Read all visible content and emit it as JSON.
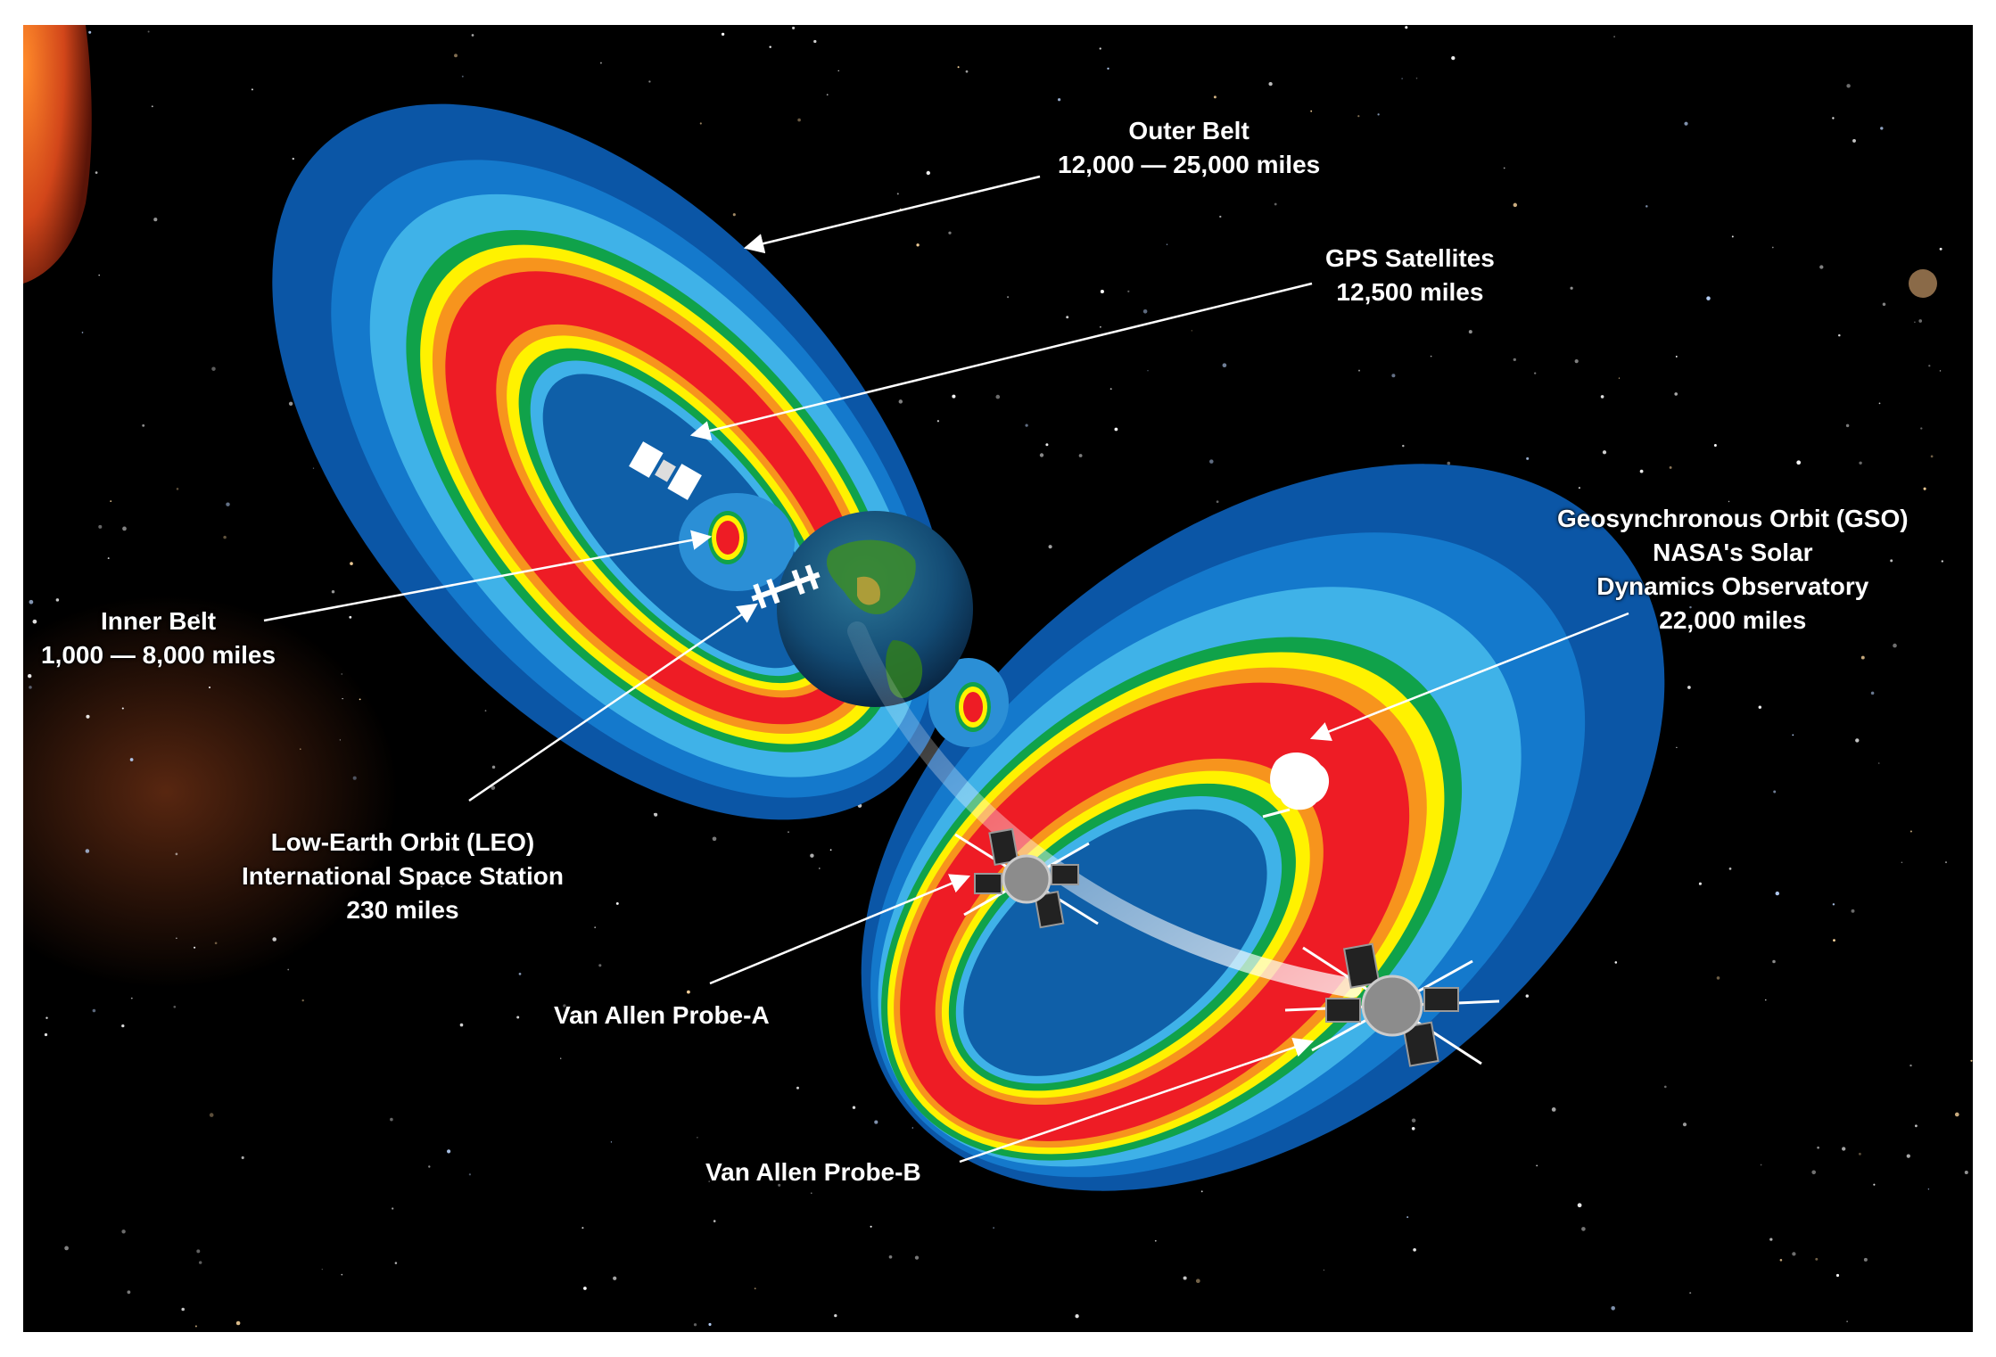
{
  "labels": {
    "outer_belt": {
      "title": "Outer Belt",
      "range": "12,000 — 25,000 miles"
    },
    "gps": {
      "title": "GPS Satellites",
      "range": "12,500 miles"
    },
    "gso": {
      "line1": "Geosynchronous Orbit (GSO)",
      "line2": "NASA's Solar",
      "line3": "Dynamics Observatory",
      "range": "22,000 miles"
    },
    "inner_belt": {
      "title": "Inner Belt",
      "range": "1,000 — 8,000 miles"
    },
    "leo": {
      "line1": "Low-Earth Orbit (LEO)",
      "line2": "International Space Station",
      "range": "230 miles"
    },
    "probe_a": {
      "title": "Van Allen Probe-A"
    },
    "probe_b": {
      "title": "Van Allen Probe-B"
    }
  },
  "colors": {
    "space": "#000000",
    "belt_dark_blue": "#0b56a6",
    "belt_blue": "#1479cc",
    "belt_light_blue": "#3fb2e8",
    "belt_green": "#10a24a",
    "belt_yellow": "#fff200",
    "belt_orange": "#f7941d",
    "belt_red": "#ee1c25",
    "label_text": "#ffffff"
  }
}
